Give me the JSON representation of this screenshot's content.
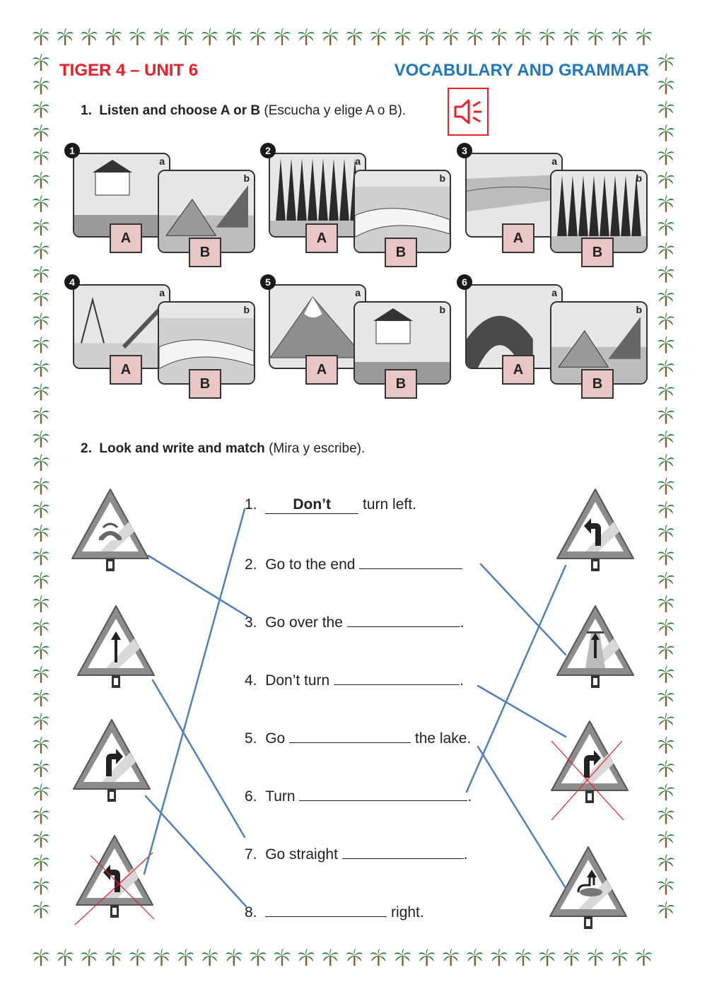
{
  "header": {
    "left_title": "TIGER 4 – UNIT 6",
    "right_title": "VOCABULARY AND GRAMMAR"
  },
  "colors": {
    "red": "#e8202a",
    "blue": "#1f77c0",
    "choice_fill": "#e8c6c6",
    "palm_green": "#1f7a2e",
    "palm_trunk": "#8a5a2b",
    "match_line": "#4f7fbf"
  },
  "section1": {
    "number": "1.",
    "instruction_bold": "Listen and choose A or B",
    "instruction_note": "(Escucha y elige A o B).",
    "speaker_icon": "speaker-icon",
    "items": [
      {
        "num": "1",
        "scene_a_label": "a",
        "scene_b_label": "b",
        "choice_a": "A",
        "choice_b": "B"
      },
      {
        "num": "2",
        "scene_a_label": "a",
        "scene_b_label": "b",
        "choice_a": "A",
        "choice_b": "B"
      },
      {
        "num": "3",
        "scene_a_label": "a",
        "scene_b_label": "b",
        "choice_a": "A",
        "choice_b": "B"
      },
      {
        "num": "4",
        "scene_a_label": "a",
        "scene_b_label": "b",
        "choice_a": "A",
        "choice_b": "B"
      },
      {
        "num": "5",
        "scene_a_label": "a",
        "scene_b_label": "b",
        "choice_a": "A",
        "choice_b": "B"
      },
      {
        "num": "6",
        "scene_a_label": "a",
        "scene_b_label": "b",
        "choice_a": "A",
        "choice_b": "B"
      }
    ]
  },
  "section2": {
    "number": "2.",
    "instruction_bold": "Look and write and match",
    "instruction_note": "(Mira y escribe).",
    "sentences": [
      {
        "num": "1.",
        "before": "",
        "answer": "Don’t",
        "after": "turn left."
      },
      {
        "num": "2.",
        "before": "Go to the end",
        "answer": "",
        "after": ""
      },
      {
        "num": "3.",
        "before": "Go over the",
        "answer": "",
        "after": "."
      },
      {
        "num": "4.",
        "before": "Don’t turn",
        "answer": "",
        "after": "."
      },
      {
        "num": "5.",
        "before": "Go",
        "answer": "",
        "after": "the lake."
      },
      {
        "num": "6.",
        "before": "Turn",
        "answer": "",
        "after": "."
      },
      {
        "num": "7.",
        "before": "Go straight",
        "answer": "",
        "after": "."
      },
      {
        "num": "8.",
        "before": "",
        "answer": "",
        "after": "right."
      }
    ],
    "left_signs": [
      "bridge-sign-icon",
      "straight-arrow-sign-icon",
      "right-turn-sign-icon",
      "no-left-turn-sign-icon"
    ],
    "right_signs": [
      "left-turn-sign-icon",
      "end-of-road-sign-icon",
      "no-right-turn-sign-icon",
      "around-lake-sign-icon"
    ]
  }
}
